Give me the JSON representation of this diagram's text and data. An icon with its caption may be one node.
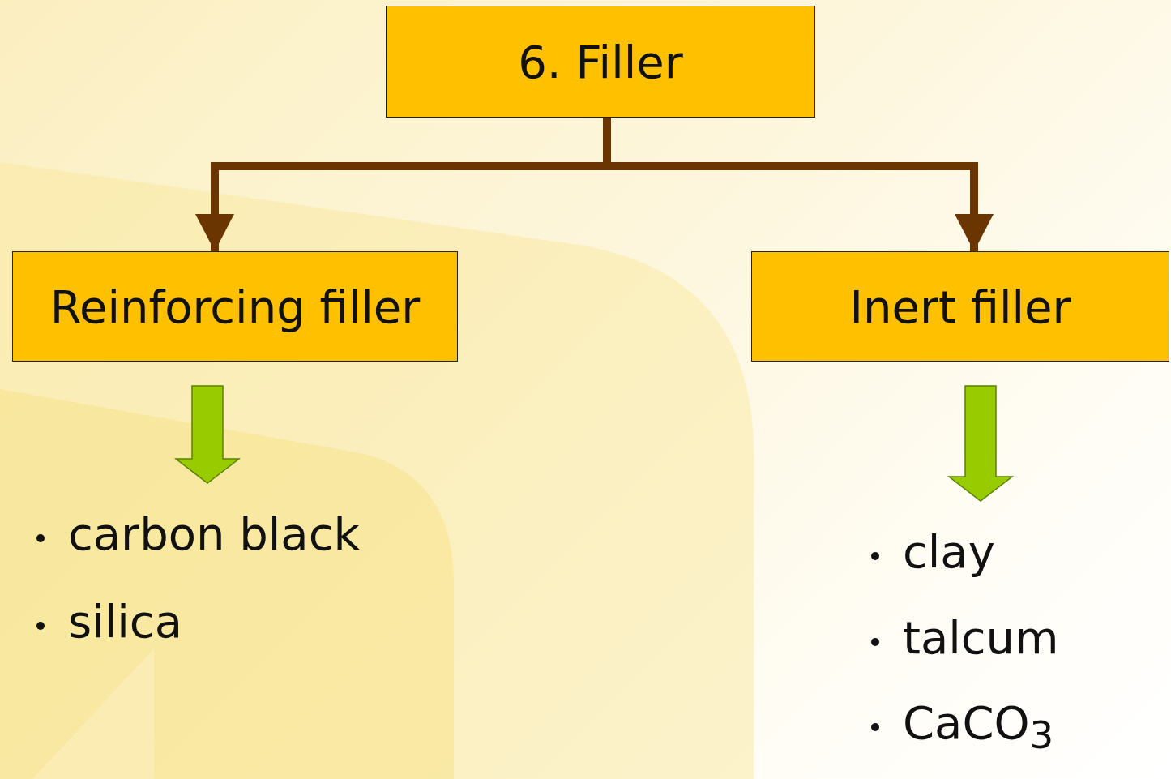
{
  "diagram": {
    "nodes": [
      {
        "text": [
          "6. Filler"
        ]
      },
      {
        "text": [
          "Reinforcing filler"
        ]
      },
      {
        "text": [
          "Inert filler"
        ]
      },
      {
        "text": [
          "carbon black",
          "silica"
        ]
      },
      {
        "text": [
          "clay",
          "talcum",
          "CaCO$_{3}$"
        ]
      }
    ],
    "edges": [
      {
        "from": 0,
        "to": 1,
        "arrow": "to"
      },
      {
        "from": 0,
        "to": 2,
        "arrow": "to"
      },
      {
        "from": 1,
        "to": 3,
        "arrow": "to",
        "style": "thick",
        "color": "#99cc00"
      },
      {
        "from": 2,
        "to": 4,
        "arrow": "to",
        "style": "thick",
        "color": "#99cc00"
      }
    ]
  }
}
